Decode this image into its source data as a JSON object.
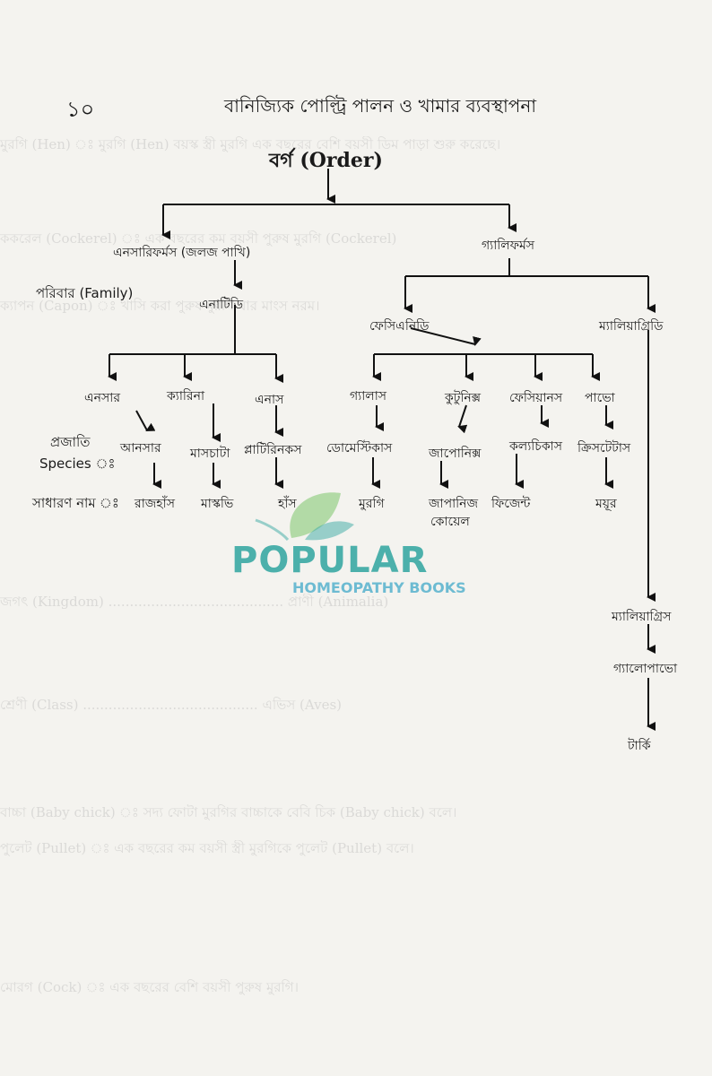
{
  "header": {
    "page_number": "১০",
    "title": "বানিজ্যিক পোল্ট্রি পালন ও খামার ব্যবস্থাপনা"
  },
  "tree": {
    "order_title": "বর্গ (Order)",
    "order_left": "এনসারিফর্মস (জলজ পাখি)",
    "order_right": "গ্যালিফর্মস",
    "family_label": "পরিবার (Family)",
    "family_anatidae": "এনাটিডি",
    "family_phasianidae": "ফেসিএনিডি",
    "family_meleagrididae": "ম্যালিয়াগ্রিডি",
    "genus_anser": "এনসার",
    "genus_cairina": "ক্যারিনা",
    "genus_anas": "এনাস",
    "genus_gallus": "গ্যালাস",
    "genus_coturnix": "কুটুনিক্স",
    "genus_phasianus": "ফেসিয়ানস",
    "genus_pavo": "পাভো",
    "species_label": "প্রজাতি",
    "species_label_en": "Species ঃ",
    "species_anser": "আনসার",
    "species_moschata": "মাসচাটা",
    "species_platyrhynchos": "প্লাটিরিনকস",
    "species_domesticus": "ডোমেস্টিকাস",
    "species_japonica": "জাপোনিক্স",
    "species_colchicus": "কল্যচিকাস",
    "species_cristatus": "ক্রিসটেটাস",
    "common_label": "সাধারণ নাম ঃ",
    "common_goose": "রাজহাঁস",
    "common_muscovy": "মাস্কভি",
    "common_duck": "হাঁস",
    "common_chicken": "মুরগি",
    "common_quail_1": "জাপানিজ",
    "common_quail_2": "কোয়েল",
    "common_pheasant": "ফিজেন্ট",
    "common_peacock": "ময়ূর",
    "genus_meleagris": "ম্যালিয়াগ্রিস",
    "species_gallopavo": "গ্যালোপাভো",
    "common_turkey": "টার্কি"
  },
  "watermark": {
    "brand": "POPULAR",
    "subtitle": "HOMEOPATHY BOOKS",
    "colors": {
      "teal": "#3aa9a4",
      "green": "#7cc46a",
      "blue": "#5fb6cf"
    }
  }
}
